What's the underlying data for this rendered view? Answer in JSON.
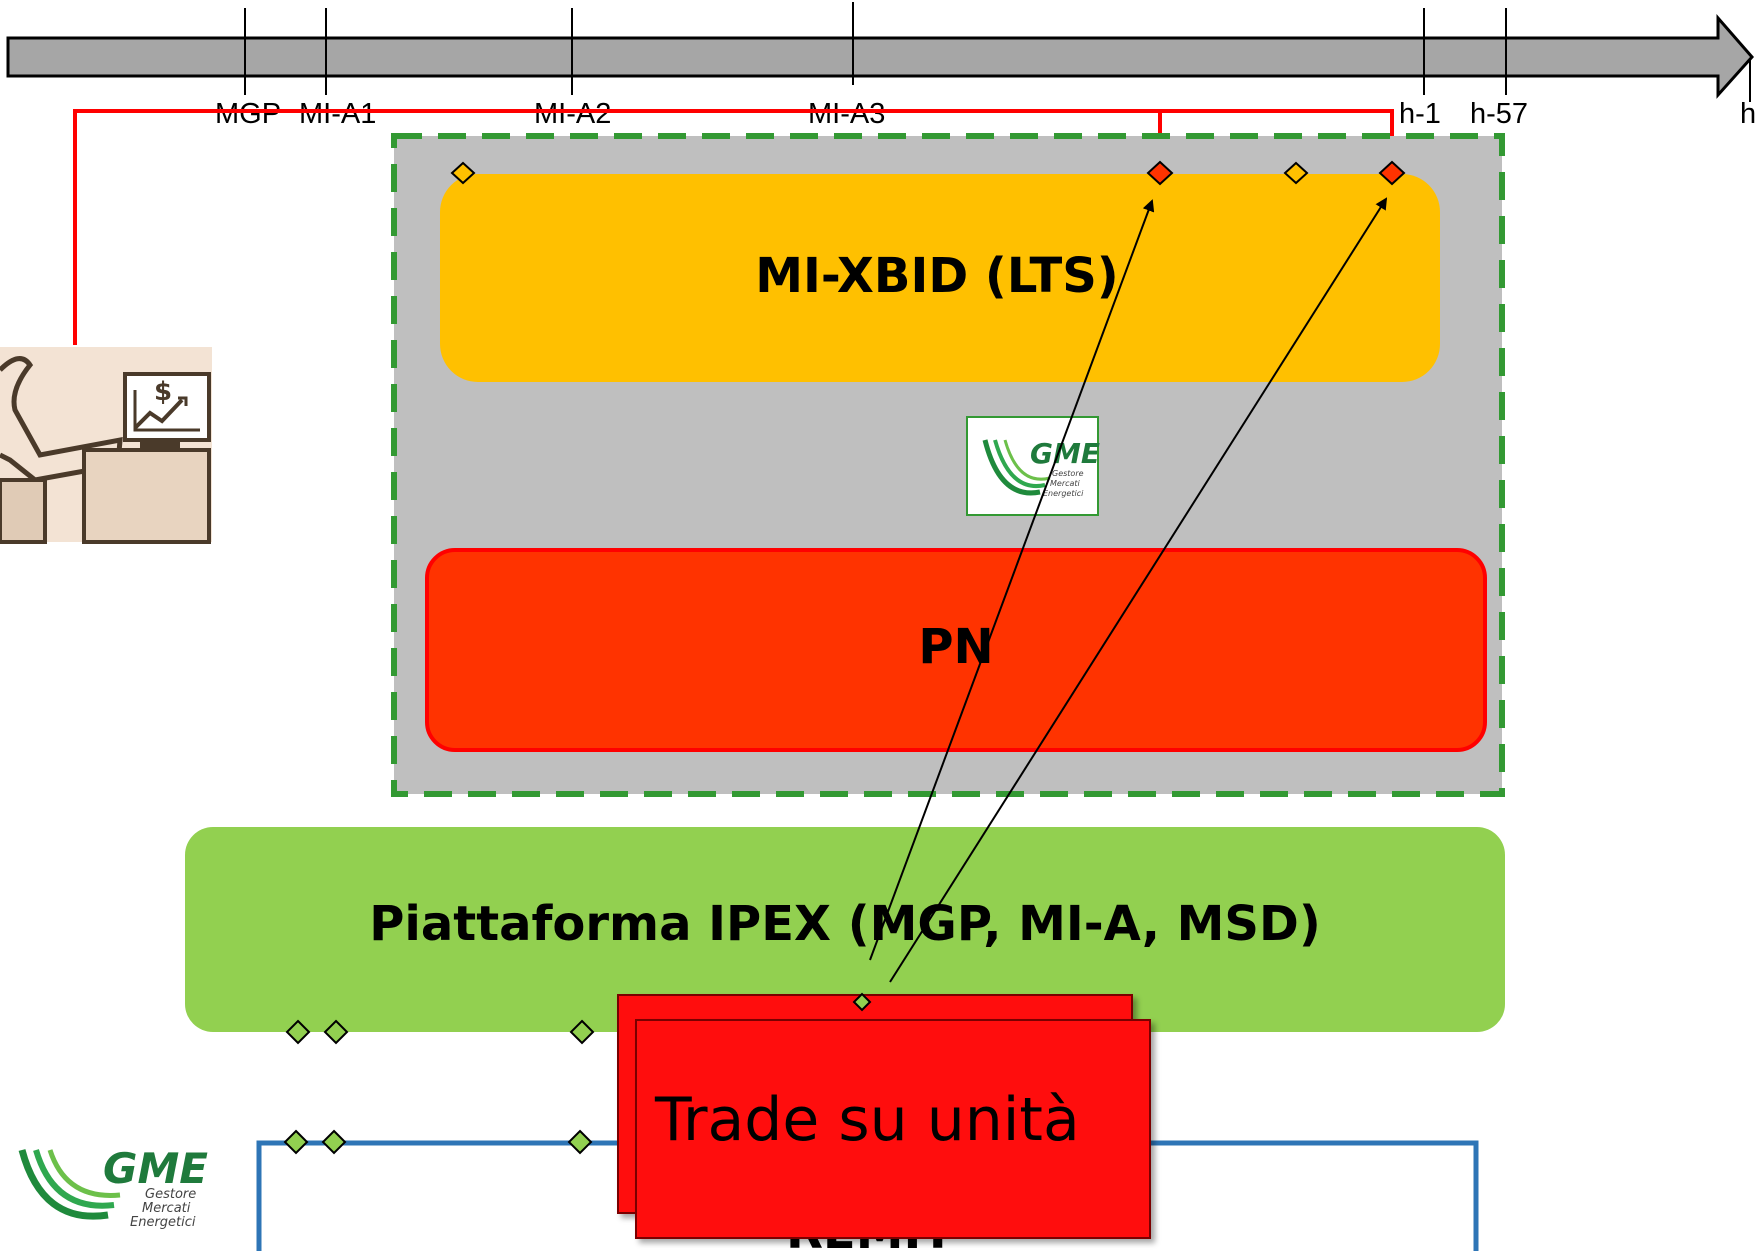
{
  "timeline": {
    "ticks": [
      "MGP",
      "MI-A1",
      "MI-A2",
      "MI-A3",
      "h-1",
      "h-57",
      "h"
    ]
  },
  "boxes": {
    "xbid": "MI-XBID (LTS)",
    "pn": "PN",
    "ipex": "Piattaforma IPEX (MGP, MI-A, MSD)",
    "trade_card": "Trade su unità",
    "bottom_hidden_text": "REMIT"
  },
  "logos": {
    "gme_letters": "GME",
    "gme_subtitle_lines": [
      "Gestore",
      "Mercati",
      "Energetici"
    ]
  },
  "colors": {
    "timeline": "#a6a6a6",
    "xbid": "#ffc000",
    "pn": "#ff3300",
    "ipex": "#92d050",
    "outer_panel": "#bfbfbf",
    "dashed_border": "#339933",
    "red_connector": "#ff0000",
    "trade_card": "#ff0a0a",
    "bottom_box_border": "#2e75b6"
  }
}
